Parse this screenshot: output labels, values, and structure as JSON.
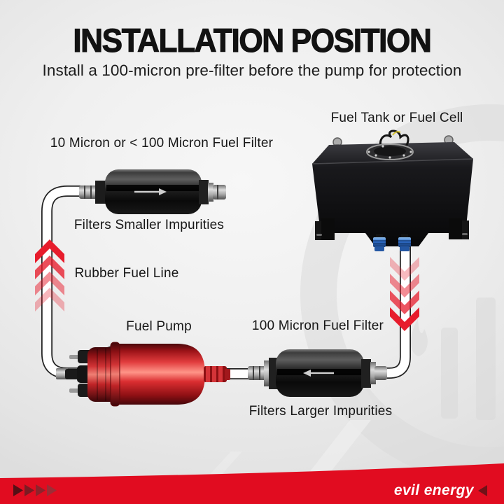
{
  "header": {
    "title": "INSTALLATION POSITION",
    "subtitle": "Install a 100-micron pre-filter before the pump for protection"
  },
  "diagram": {
    "tank_label": "Fuel Tank or Fuel Cell",
    "pre_filter_label": "10 Micron or < 100 Micron Fuel Filter",
    "pre_filter_caption": "Filters Smaller Impurities",
    "fuel_line_label": "Rubber Fuel Line",
    "pump_label": "Fuel Pump",
    "main_filter_label": "100 Micron Fuel Filter",
    "main_filter_caption": "Filters Larger Impurities"
  },
  "footer": {
    "brand": "evil energy"
  },
  "colors": {
    "accent_red": "#e10c20",
    "chevron_red": "#e71c2c",
    "pump_red": "#d8232a",
    "fitting_blue": "#2f6fd0",
    "background_gray": "#efefef",
    "text": "#161616"
  }
}
